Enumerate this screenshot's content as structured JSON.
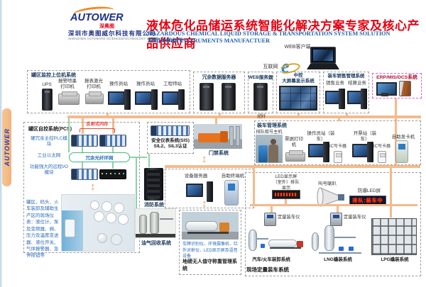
{
  "header": {
    "logo_name": "AUTOWER",
    "logo_cn": "深奥图",
    "company": "深圳市奥图威尔科技有限公司",
    "company_en": "SHENZHEN AUTOWARE SCIENCE&TECHNOLOGY CO.,LTD",
    "title": "液体危化品储运系统智能化解决方案专家及核心产品供应商",
    "sub1": "HAZARDOUS CHEMICAL LIQUID STORAGE & TRANSPORTATION SYSTEM SOLUTION SPECIALIST",
    "sub2": "AND CORE INSTRUMENTS MANUFACTUER"
  },
  "side_tab": "AUTOWER",
  "web": {
    "client": "WEB客户端",
    "internet": "互联网",
    "ie": "e"
  },
  "mon": {
    "title": "罐区监控上位机系统",
    "items": [
      "UPS",
      "报警喷墨打印机",
      "报表激光打印机",
      "操作员站",
      "操作员站",
      "工程师站"
    ]
  },
  "srv": {
    "redundant": "冗余数据服务器",
    "web": "WEB服务器",
    "central1": "中控",
    "central2": "大屏幕显示系统",
    "sales_title": "装车销售管理系统",
    "sales": "销售业务",
    "settle": "结算业务",
    "erp": "ERP/MIS/DCS系统"
  },
  "pcs": {
    "title": "罐区自控系统(PCS)",
    "plc": "硬冗余主控PLC模块",
    "eth": "工业以太网",
    "io": "功能强大的远程I/O模块",
    "mem": "反射式内存",
    "ring": "冗余光纤环网",
    "field": "罐区、码头、火车装卸及辅助生产区的现场仪表：液位计、泵及变频器、阀、压力及温度变送器、液位开关、气体报警器、急停按钮等"
  },
  "mid": {
    "sis1": "安全仪表系统(SIS)",
    "sis2": "SIL2、SIL3认证",
    "door": "门禁系统",
    "fire": "消防系统",
    "vapor": "油气回收系统",
    "fiber": "光纤"
  },
  "lm": {
    "title": "装车管理系统",
    "queue": "排队取号主机",
    "printer": "票据打印机",
    "op": "操作员站（装车）",
    "ic1": "IC写卡器",
    "invoice": "开票站（装车）",
    "ic2": "IC写卡器",
    "card": "自助发卡机"
  },
  "dev": {
    "server": "设备服务器",
    "terminal": "自助终端机"
  },
  "wb": {
    "desc": "车牌识别仪、环境摄像机、红外对射仪、LED显示屏及语音设备",
    "title": "地磅无人值守称重管理系统"
  },
  "site": {
    "led_out": "LED显示屏（室外）排队显示",
    "horn": "叫号喇叭",
    "exp_led": "防爆LED屏",
    "exp_led_text": "排队:装车中",
    "meter1": "定量装车仪",
    "meter2": "定量装车仪",
    "sys1": "汽车/火车装卸系统",
    "sys2": "LNG橇装系统",
    "sys3": "LPG橇装系统",
    "title": "现场定量装车系统"
  },
  "colors": {
    "title_red": "#e60012",
    "subtitle_blue": "#2060a8",
    "bus_orange": "#f4ba8c",
    "line_green": "#8fd2a6",
    "erp_magenta": "#e05ad2",
    "led_red": "#ff3a1e"
  }
}
